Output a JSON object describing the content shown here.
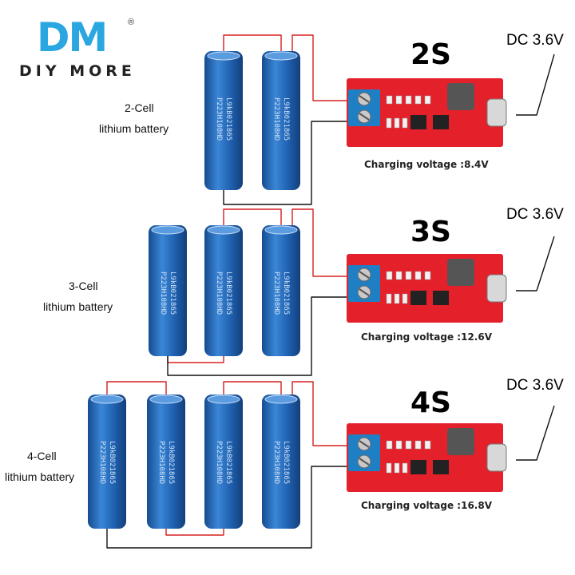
{
  "logo": {
    "mark": "DM",
    "registered": "®",
    "brand": "DIY MORE"
  },
  "configs": [
    {
      "label_line1": "2-Cell",
      "label_line2": "lithium battery",
      "stage": "2S",
      "input": "DC 3.6V",
      "charging_voltage": "Charging voltage :8.4V",
      "cells": [
        "L9kB021865 P223H108HD",
        "L9kB021865 P223H108HD"
      ]
    },
    {
      "label_line1": "3-Cell",
      "label_line2": "lithium battery",
      "stage": "3S",
      "input": "DC 3.6V",
      "charging_voltage": "Charging voltage :12.6V",
      "cells": [
        "L9kB021865 P223H108HD",
        "L9kB021865 P223H108HD",
        "L9kB021865 P223H108HD"
      ]
    },
    {
      "label_line1": "4-Cell",
      "label_line2": "lithium battery",
      "stage": "4S",
      "input": "DC 3.6V",
      "charging_voltage": "Charging voltage :16.8V",
      "cells": [
        "L9kB021865 P223H108HD",
        "L9kB021865 P223H108HD",
        "L9kB021865 P223H108HD",
        "L9kB021865 P223H108HD"
      ]
    }
  ],
  "colors": {
    "battery": "#1e5fae",
    "battery_light": "#3a86d6",
    "board": "#e4202a",
    "terminal": "#1f7fc4",
    "wire_red": "#d62020",
    "wire_black": "#111111",
    "logo": "#2aa7e0"
  }
}
